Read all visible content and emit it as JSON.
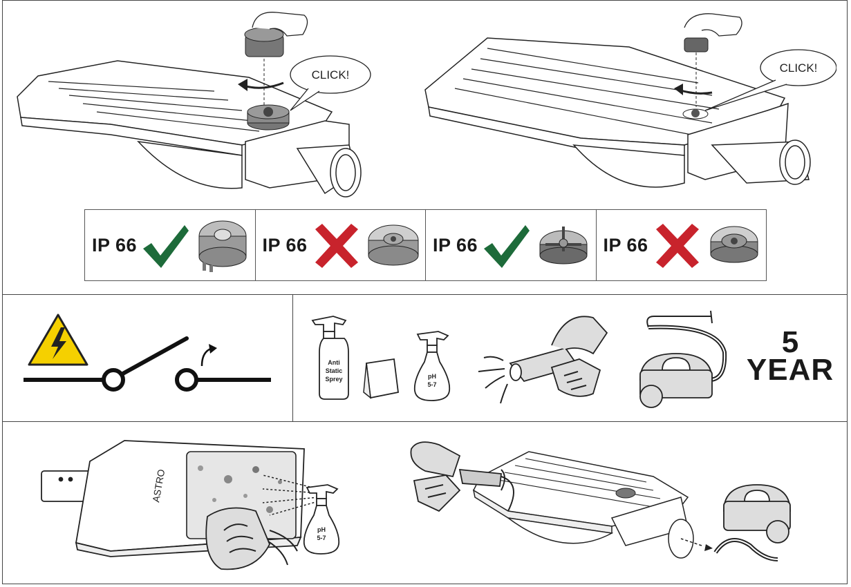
{
  "install": {
    "callout_left": "CLICK!",
    "callout_right": "CLICK!"
  },
  "ip_rating": {
    "items": [
      {
        "label": "IP 66",
        "mark": "check-icon",
        "ok": true,
        "mark_color": "#1d6b3a"
      },
      {
        "label": "IP 66",
        "mark": "cross-icon",
        "ok": false,
        "mark_color": "#c8232c"
      },
      {
        "label": "IP 66",
        "mark": "check-icon",
        "ok": true,
        "mark_color": "#1d6b3a"
      },
      {
        "label": "IP 66",
        "mark": "cross-icon",
        "ok": false,
        "mark_color": "#c8232c"
      }
    ]
  },
  "maintenance": {
    "warning_color": "#f5d000",
    "spray_label_line1": "Anti",
    "spray_label_line2": "Static",
    "spray_label_line3": "Sprey",
    "ph_label_line1": "pH",
    "ph_label_line2": "5-7",
    "interval_number": "5",
    "interval_unit": "YEAR"
  },
  "cleaning": {
    "ph_label_line1": "pH",
    "ph_label_line2": "5-7",
    "brand_mark": "ASTRO"
  }
}
